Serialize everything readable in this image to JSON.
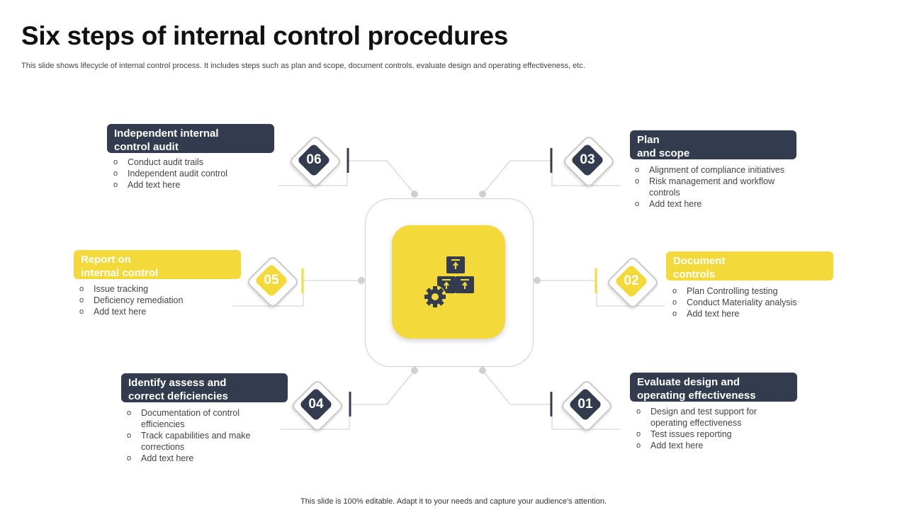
{
  "title": "Six steps of internal control procedures",
  "subtitle": "This slide shows lifecycle of internal control process. It includes steps such as plan and scope, document controls, evaluate design and operating effectiveness, etc.",
  "footer": "This slide is 100% editable. Adapt it to your needs and capture your audience's attention.",
  "colors": {
    "dark": "#333c4f",
    "yellow": "#f4d93a",
    "connector": "#cccccc"
  },
  "center_icon": "boxes-gear-icon",
  "steps": {
    "s06": {
      "number": "06",
      "title": "Independent internal\ncontrol audit",
      "points": [
        "Conduct audit trails",
        "Independent  audit control",
        "Add text here"
      ]
    },
    "s05": {
      "number": "05",
      "title": "Report on\n internal control",
      "points": [
        "Issue tracking",
        "Deficiency remediation",
        "Add text here"
      ]
    },
    "s04": {
      "number": "04",
      "title": "Identify assess  and\ncorrect deficiencies",
      "points": [
        "Documentation of control efficiencies",
        "Track capabilities and make corrections",
        "Add text here"
      ]
    },
    "s03": {
      "number": "03",
      "title": "Plan\nand scope",
      "points": [
        "Alignment of compliance initiatives",
        "Risk management  and workflow controls",
        "Add text here"
      ]
    },
    "s02": {
      "number": "02",
      "title": "Document\ncontrols",
      "points": [
        "Plan Controlling testing",
        "Conduct Materiality analysis",
        "Add text here"
      ]
    },
    "s01": {
      "number": "01",
      "title": "Evaluate design and\noperating effectiveness",
      "points": [
        "Design and test support for operating effectiveness",
        "Test issues reporting",
        "Add text here"
      ]
    }
  }
}
